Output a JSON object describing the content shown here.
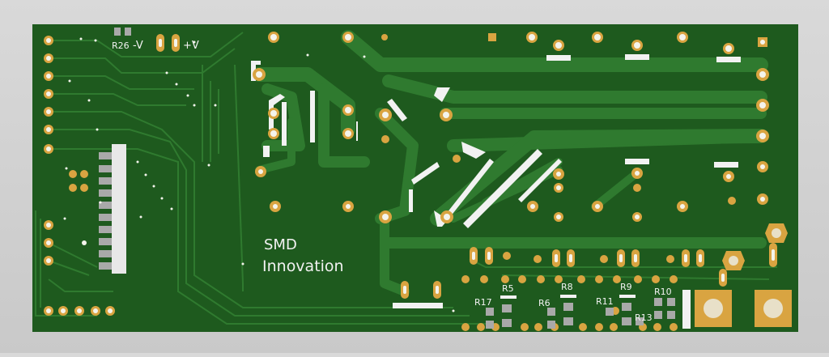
{
  "board": {
    "brand_line1": "SMD",
    "brand_line2": "Innovation",
    "colors": {
      "background": "#cfcfcf",
      "soldermask": "#1e5a1e",
      "copper_trace": "#2f7a2f",
      "pad_gold": "#d9a441",
      "silkscreen": "#f2f2f2",
      "smd_pad": "#a9a9a9",
      "hole": "#f4f4ec"
    }
  },
  "silkscreen": {
    "r26": "R26",
    "minus_v": "-V",
    "plus_v": "+V",
    "r5": "R5",
    "r8": "R8",
    "r9": "R9",
    "r10": "R10",
    "r17": "R17",
    "r6": "R6",
    "r11": "R11",
    "r13": "R13"
  }
}
